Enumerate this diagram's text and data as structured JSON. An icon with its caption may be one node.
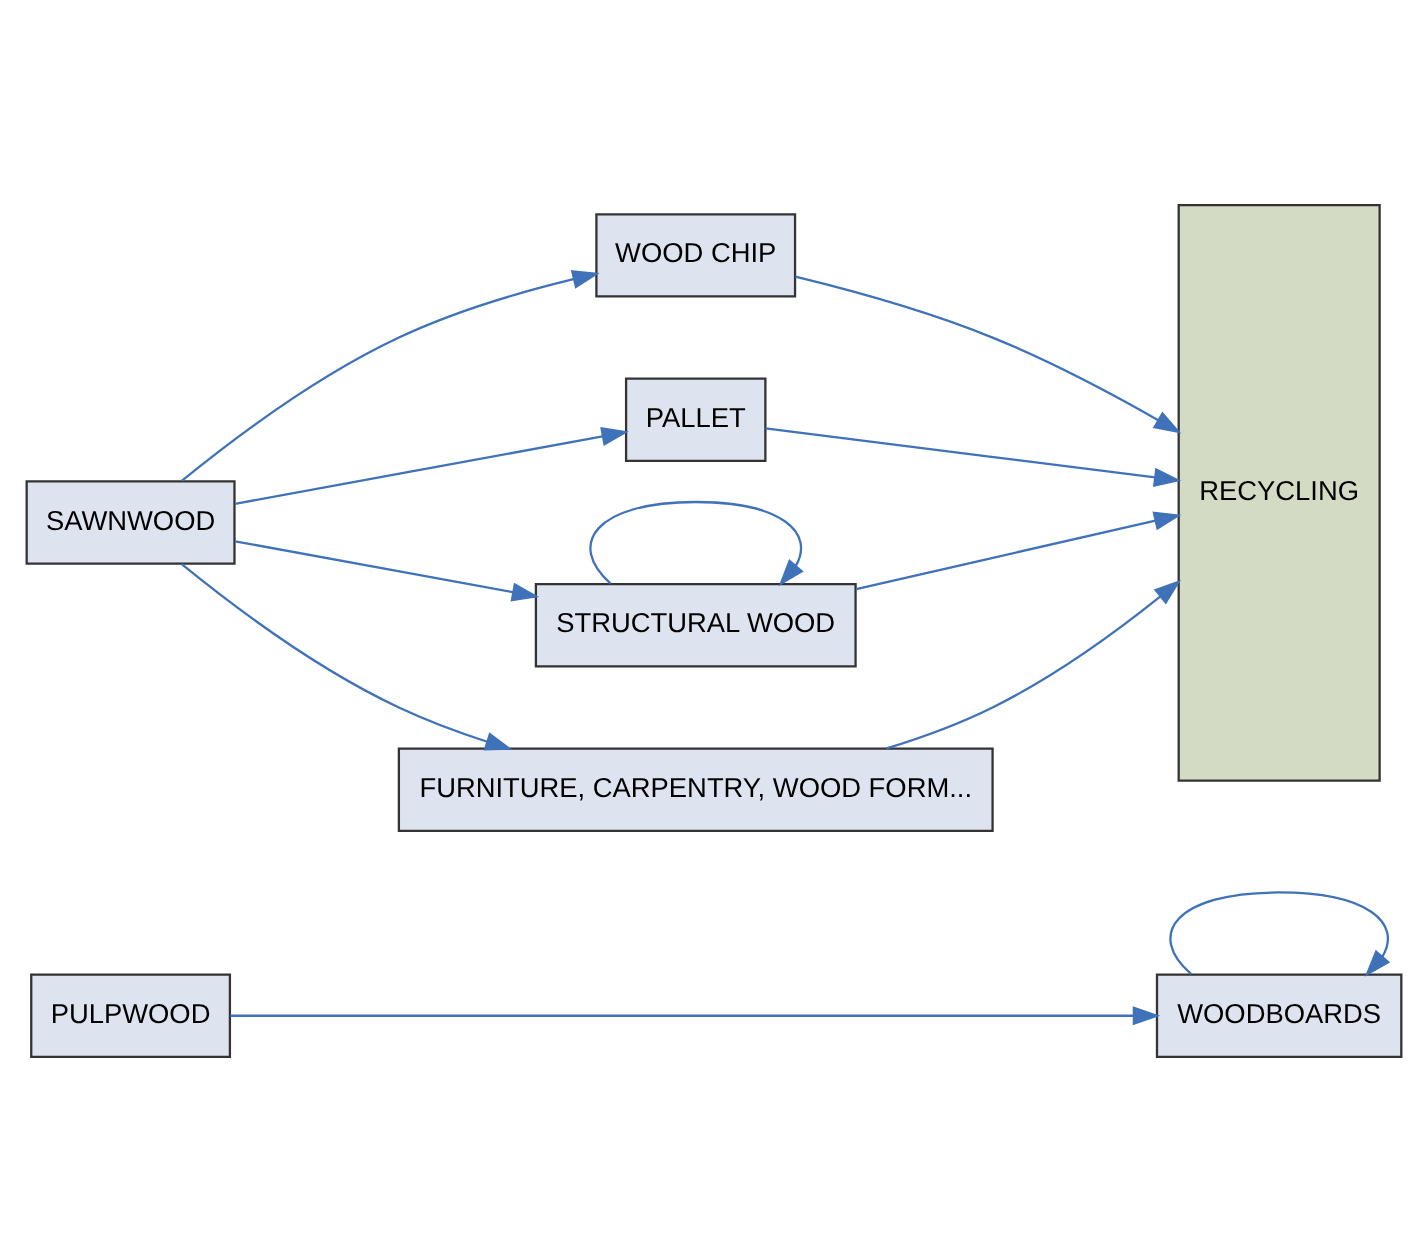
{
  "diagram": {
    "nodes": [
      {
        "text": [
          "PULPWOOD"
        ]
      },
      {
        "text": [
          "WOODBOARDS"
        ]
      },
      {
        "text": [
          "RECYCLING"
        ]
      },
      {
        "text": [
          "WOOD CHIP"
        ]
      },
      {
        "text": [
          "PALLET"
        ]
      },
      {
        "text": [
          "SAWNWOOD"
        ]
      },
      {
        "text": [
          "STRUCTURAL WOOD"
        ]
      },
      {
        "text": [
          "FURNITURE, CARPENTRY, WOOD FORM..."
        ]
      }
    ],
    "edges": [
      {
        "from": 0,
        "to": 1,
        "arrow": "to"
      },
      {
        "from": 1,
        "to": 1,
        "arrow": "to"
      },
      {
        "from": 5,
        "to": 3,
        "arrow": "to"
      },
      {
        "from": 5,
        "to": 4,
        "arrow": "to"
      },
      {
        "from": 5,
        "to": 6,
        "arrow": "to"
      },
      {
        "from": 5,
        "to": 7,
        "arrow": "to"
      },
      {
        "from": 3,
        "to": 2,
        "arrow": "to"
      },
      {
        "from": 4,
        "to": 2,
        "arrow": "to"
      },
      {
        "from": 6,
        "to": 2,
        "arrow": "to"
      },
      {
        "from": 6,
        "to": 6,
        "arrow": "to"
      },
      {
        "from": 7,
        "to": 2,
        "arrow": "to"
      }
    ]
  }
}
